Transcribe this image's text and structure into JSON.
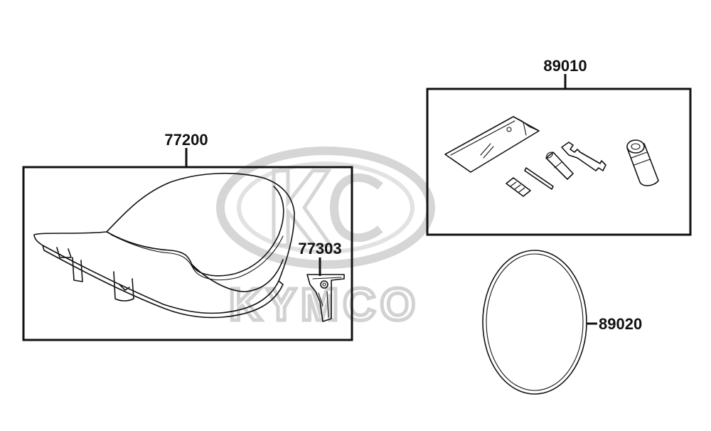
{
  "watermark": {
    "text": "KYMCO",
    "icon": "kymco-logo-icon"
  },
  "parts": {
    "seat": {
      "number": "77200",
      "icon": "seat-icon"
    },
    "seat_bracket": {
      "number": "77303",
      "icon": "bracket-icon"
    },
    "tool_kit": {
      "number": "89010",
      "icon": "tool-kit-icon"
    },
    "belt": {
      "number": "89020",
      "icon": "belt-icon"
    }
  },
  "colors": {
    "line": "#111111",
    "watermark": "#d2d2d2"
  }
}
